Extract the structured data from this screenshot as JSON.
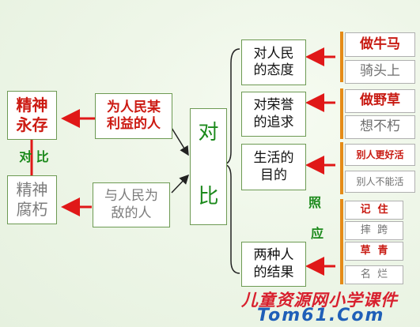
{
  "left": {
    "top_box": "精神\n永存",
    "bottom_box": "精神\n腐朽",
    "contrast_label": "对 比"
  },
  "middle": {
    "top_box": "为人民某\n利益的人",
    "bottom_box": "与人民为\n敌的人"
  },
  "center": {
    "char1": "对",
    "char2": "比"
  },
  "aspects": [
    "对人民\n的态度",
    "对荣誉\n的追求",
    "生活的\n目的",
    "两种人\n的结果"
  ],
  "correspond_label": {
    "char1": "照",
    "char2": "应"
  },
  "leaves": [
    "做牛马",
    "骑头上",
    "做野草",
    "想不朽",
    "别人更好活",
    "别人不能活",
    "记  住",
    "摔  跨",
    "草  青",
    "名  烂"
  ],
  "watermark": {
    "line1": "儿童资源网小学课件",
    "line2": "Tom61.Com"
  },
  "colors": {
    "red": "#cc1a12",
    "green_border": "#6d9a53",
    "orange": "#e58b18",
    "grey_text": "#7c7c7c"
  }
}
